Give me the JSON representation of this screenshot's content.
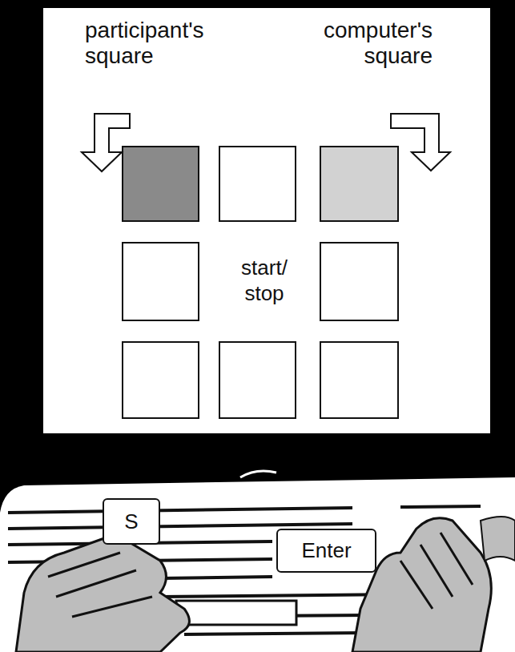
{
  "diagram": {
    "nodes": [
      {
        "text": [
          "S"
        ]
      },
      {
        "text": [
          "Enter"
        ]
      }
    ],
    "labels": [
      "participant's square",
      "computer's square",
      "start/ stop"
    ]
  }
}
